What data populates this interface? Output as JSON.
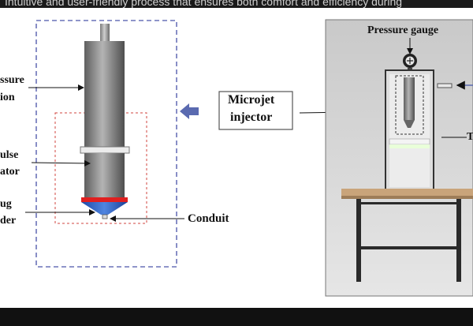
{
  "caption_partial": "Intuitive and user-friendly process that ensures both comfort and efficiency during",
  "left_labels": {
    "pressure_1": "ssure",
    "pressure_2": "ion",
    "pulse_1": "ulse",
    "pulse_2": "ator",
    "drug_1": "ug",
    "drug_2": "der"
  },
  "conduit": "Conduit",
  "injector_box": {
    "line1": "Microjet",
    "line2": "injector"
  },
  "pressure_gauge": "Pressure gauge",
  "right_partial": "T",
  "colors": {
    "dashed_blue": "#6a72b8",
    "dashed_red": "#d0453f",
    "arrow_blue": "#5a6ab0",
    "red_seal": "#e02020",
    "blue_cone": "#2a5fc4",
    "cylinder": "#8a8a8a",
    "table_top": "#c9a47a"
  }
}
